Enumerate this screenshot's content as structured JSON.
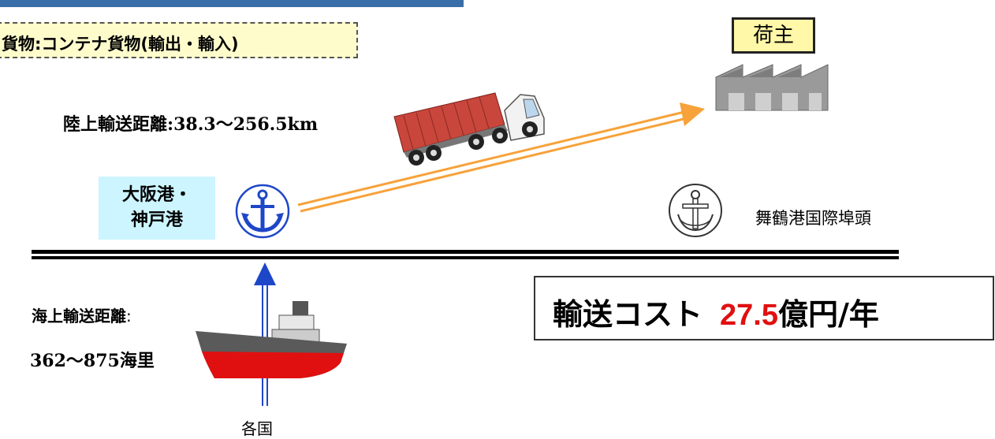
{
  "cargo": {
    "label": "貨物:コンテナ貨物(輸出・輸入)"
  },
  "land": {
    "distance_label": "陸上輸送距離:38.3〜256.5km"
  },
  "ports": {
    "origin_line1": "大阪港・",
    "origin_line2": "神戸港",
    "maizuru": "舞鶴港国際埠頭"
  },
  "shipper": {
    "label": "荷主"
  },
  "sea": {
    "distance_label": "海上輸送距離",
    "colon": ":",
    "distance_range": "362〜875海里",
    "origin": "各国"
  },
  "cost": {
    "prefix": "輸送コスト",
    "value": "27.5",
    "suffix": "億円/年"
  },
  "colors": {
    "accent_blue": "#3a6ea8",
    "arrow_orange": "#f7a23a",
    "ship_red": "#e01010",
    "anchor_blue": "#1e46c8"
  },
  "icons": [
    "anchor-icon-osaka",
    "anchor-icon-maizuru",
    "truck-icon",
    "ship-icon",
    "factory-icon",
    "up-arrow-icon"
  ]
}
